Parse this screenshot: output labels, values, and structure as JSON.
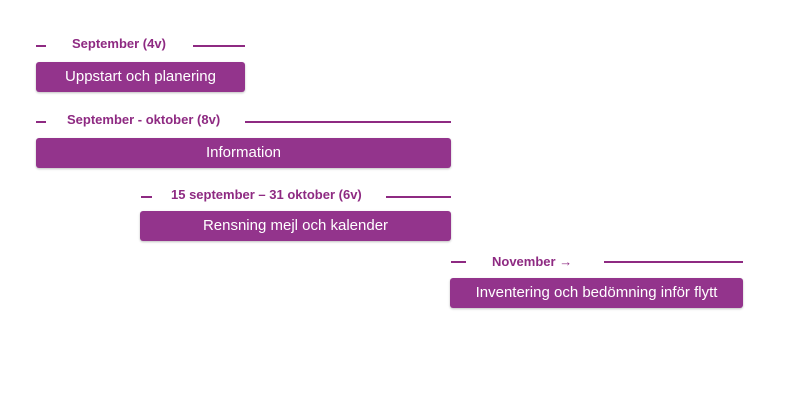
{
  "colors": {
    "accent": "#8e2a82",
    "bar_fill": "#93348c",
    "bar_text": "#ffffff"
  },
  "phases": [
    {
      "period": "September (4v)",
      "task": "Uppstart och planering"
    },
    {
      "period": "September - oktober (8v)",
      "task": "Information"
    },
    {
      "period": "15 september – 31 oktober (6v)",
      "task": "Rensning mejl och kalender"
    },
    {
      "period": "November →",
      "task": "Inventering och bedömning inför flytt"
    }
  ]
}
